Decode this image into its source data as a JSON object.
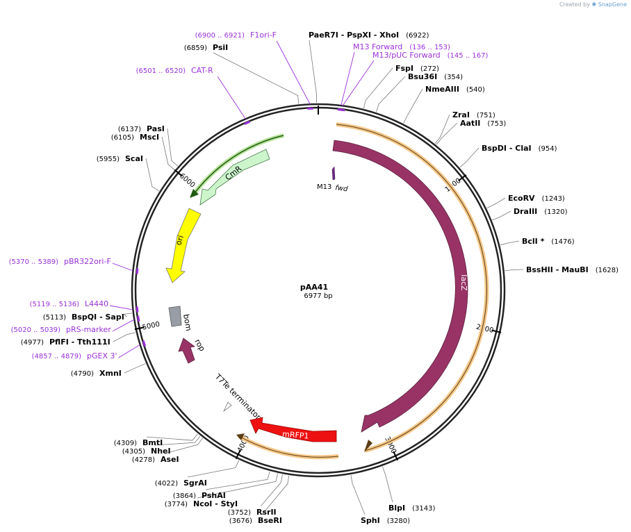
{
  "watermark": {
    "created_by": "Created by",
    "brand": "SnapGene"
  },
  "plasmid": {
    "name": "pAA41",
    "length": "6977 bp"
  },
  "tick_labels": [
    {
      "text": "1000",
      "angle": 52
    },
    {
      "text": "2000",
      "angle": 103
    },
    {
      "text": "3000",
      "angle": 155
    },
    {
      "text": "4000",
      "angle": 206
    },
    {
      "text": "5000",
      "angle": 258
    },
    {
      "text": "6000",
      "angle": 310
    }
  ],
  "sites": [
    {
      "pos": "(6922)",
      "names": [
        "PaeR7I",
        "PspXI",
        "XhoI"
      ]
    },
    {
      "pos": "(6859)",
      "names": [
        "PsiI"
      ]
    },
    {
      "pos": "(272)",
      "names": [
        "FspI"
      ]
    },
    {
      "pos": "(354)",
      "names": [
        "Bsu36I"
      ]
    },
    {
      "pos": "(540)",
      "names": [
        "NmeAIII"
      ]
    },
    {
      "pos": "(751)",
      "names": [
        "ZraI"
      ]
    },
    {
      "pos": "(753)",
      "names": [
        "AatII"
      ]
    },
    {
      "pos": "(954)",
      "names": [
        "BspDI",
        "ClaI"
      ]
    },
    {
      "pos": "(1243)",
      "names": [
        "EcoRV"
      ]
    },
    {
      "pos": "(1320)",
      "names": [
        "DraIII"
      ]
    },
    {
      "pos": "(1476)",
      "names": [
        "BclI *"
      ]
    },
    {
      "pos": "(1628)",
      "names": [
        "BssHII",
        "MauBI"
      ]
    },
    {
      "pos": "(3143)",
      "names": [
        "BlpI"
      ]
    },
    {
      "pos": "(3280)",
      "names": [
        "SphI"
      ]
    },
    {
      "pos": "(3676)",
      "names": [
        "BseRI"
      ]
    },
    {
      "pos": "(3752)",
      "names": [
        "RsrII"
      ]
    },
    {
      "pos": "(3774)",
      "names": [
        "NcoI",
        "StyI"
      ]
    },
    {
      "pos": "(3864)",
      "names": [
        "PshAI"
      ]
    },
    {
      "pos": "(4022)",
      "names": [
        "SgrAI"
      ]
    },
    {
      "pos": "(4278)",
      "names": [
        "AseI"
      ]
    },
    {
      "pos": "(4305)",
      "names": [
        "NheI"
      ]
    },
    {
      "pos": "(4309)",
      "names": [
        "BmtI"
      ]
    },
    {
      "pos": "(4790)",
      "names": [
        "XmnI"
      ]
    },
    {
      "pos": "(4977)",
      "names": [
        "PflFI",
        "Tth111I"
      ]
    },
    {
      "pos": "(5113)",
      "names": [
        "BspQI",
        "SapI"
      ]
    },
    {
      "pos": "(5955)",
      "names": [
        "ScaI"
      ]
    },
    {
      "pos": "(6105)",
      "names": [
        "MscI"
      ]
    },
    {
      "pos": "(6137)",
      "names": [
        "PasI"
      ]
    }
  ],
  "primers": [
    {
      "name": "F1ori-F",
      "range": "(6900 .. 6921)"
    },
    {
      "name": "CAT-R",
      "range": "(6501 .. 6520)"
    },
    {
      "name": "M13 Forward",
      "range": "(136 .. 153)"
    },
    {
      "name": "M13/pUC Forward",
      "range": "(145 .. 167)"
    },
    {
      "name": "pBR322ori-F",
      "range": "(5370 .. 5389)"
    },
    {
      "name": "L4440",
      "range": "(5119 .. 5136)"
    },
    {
      "name": "pRS-marker",
      "range": "(5020 .. 5039)"
    },
    {
      "name": "pGEX 3'",
      "range": "(4857 .. 4879)"
    }
  ],
  "features": {
    "lacz": "lacZ",
    "mrfp1": "mRFP1",
    "cmr": "CmR",
    "ori": "ori",
    "bom": "bom",
    "rop": "rop",
    "t7te": "T7Te terminator",
    "m13fwd_a": "M13",
    "m13fwd_b": "fwd"
  },
  "colors": {
    "backbone": "#222222",
    "lacz": "#993366",
    "mrfp1": "#ee1111",
    "cmr": "#ccf5cc",
    "ori": "#ffff00",
    "bom": "#999ea6",
    "rop": "#993366",
    "orf_highlight": "#f5c889",
    "primer": "#9b30d9"
  }
}
